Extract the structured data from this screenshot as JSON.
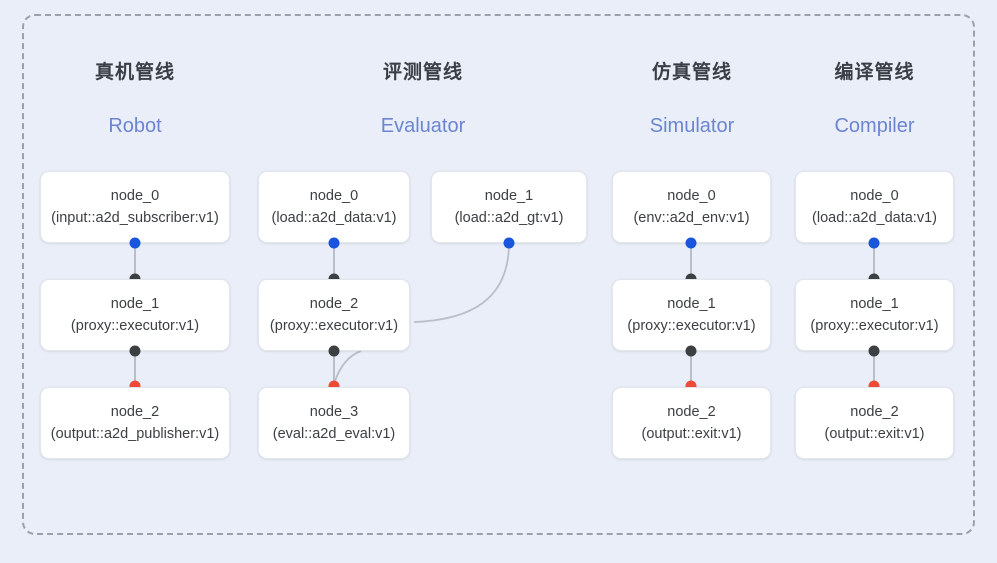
{
  "canvas": {
    "background": "#eaeef8",
    "frame_border_color": "#9aa1ad"
  },
  "colors": {
    "port_blue": "#1a56db",
    "port_dark": "#3c4043",
    "port_red": "#ee4b36",
    "edge": "#b9bec9",
    "subtitle": "#6b85d0",
    "title": "#3a3f45"
  },
  "columns": [
    {
      "title_cn": "真机管线",
      "title_en": "Robot",
      "nodes": [
        {
          "name": "node_0",
          "signature": "(input::a2d_subscriber:v1)"
        },
        {
          "name": "node_1",
          "signature": "(proxy::executor:v1)"
        },
        {
          "name": "node_2",
          "signature": "(output::a2d_publisher:v1)"
        }
      ]
    },
    {
      "title_cn": "评测管线",
      "title_en": "Evaluator",
      "nodes": [
        {
          "name": "node_0",
          "signature": "(load::a2d_data:v1)"
        },
        {
          "name": "node_1",
          "signature": "(load::a2d_gt:v1)"
        },
        {
          "name": "node_2",
          "signature": "(proxy::executor:v1)"
        },
        {
          "name": "node_3",
          "signature": "(eval::a2d_eval:v1)"
        }
      ]
    },
    {
      "title_cn": "仿真管线",
      "title_en": "Simulator",
      "nodes": [
        {
          "name": "node_0",
          "signature": "(env::a2d_env:v1)"
        },
        {
          "name": "node_1",
          "signature": "(proxy::executor:v1)"
        },
        {
          "name": "node_2",
          "signature": "(output::exit:v1)"
        }
      ]
    },
    {
      "title_cn": "编译管线",
      "title_en": "Compiler",
      "nodes": [
        {
          "name": "node_0",
          "signature": "(load::a2d_data:v1)"
        },
        {
          "name": "node_1",
          "signature": "(proxy::executor:v1)"
        },
        {
          "name": "node_2",
          "signature": "(output::exit:v1)"
        }
      ]
    }
  ]
}
